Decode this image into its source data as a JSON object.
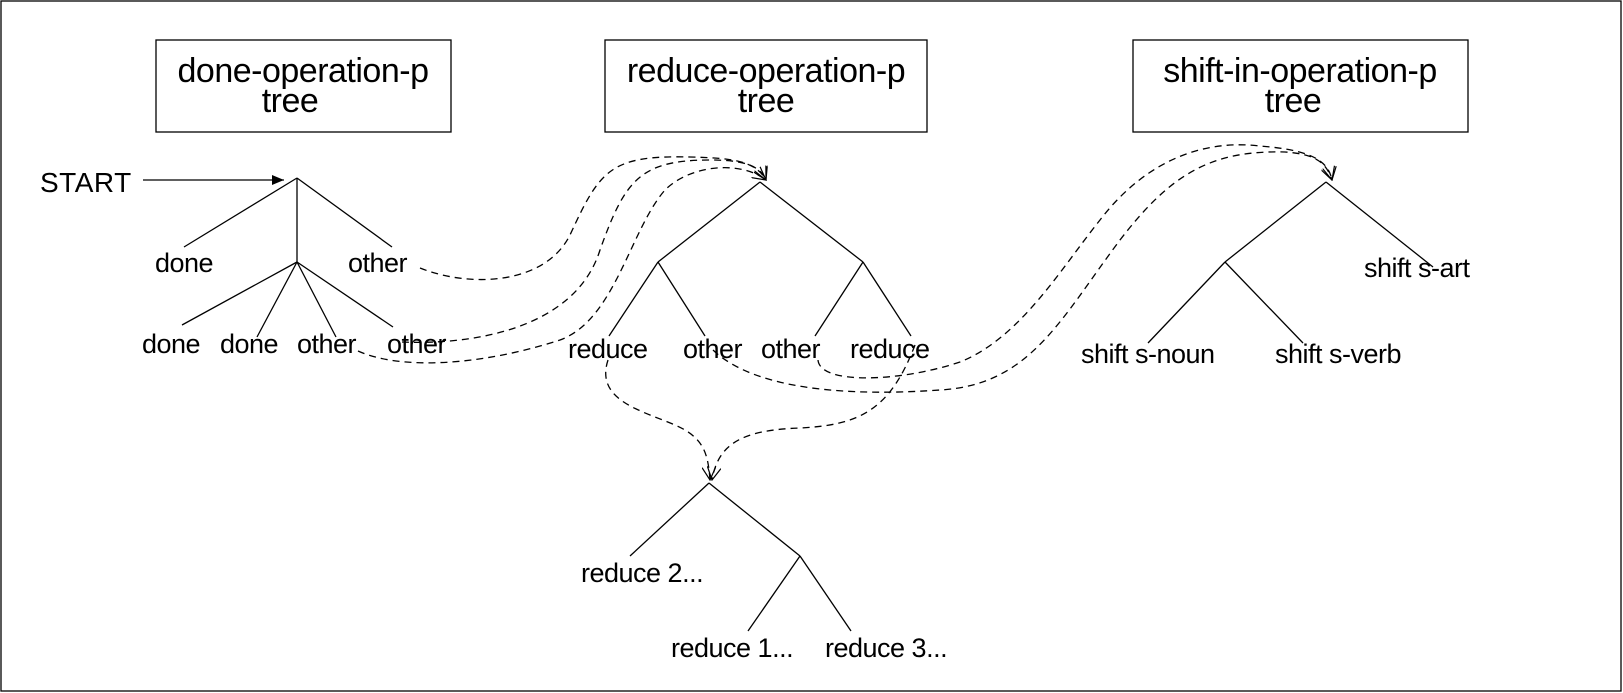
{
  "titles": {
    "done_tree": [
      "done-operation-p",
      "tree"
    ],
    "reduce_tree": [
      "reduce-operation-p",
      "tree"
    ],
    "shift_tree": [
      "shift-in-operation-p",
      "tree"
    ]
  },
  "start_label": "START",
  "done_tree": {
    "leaves": [
      "done",
      "other"
    ],
    "sub_leaves": [
      "done",
      "done",
      "other",
      "other"
    ]
  },
  "reduce_tree": {
    "leaves": [
      "reduce",
      "other",
      "other",
      "reduce"
    ]
  },
  "reduce_sub_tree": {
    "leaves": [
      "reduce 2...",
      "reduce 1...",
      "reduce 3..."
    ]
  },
  "shift_tree": {
    "leaves": [
      "shift s-art",
      "shift s-noun",
      "shift s-verb"
    ]
  }
}
